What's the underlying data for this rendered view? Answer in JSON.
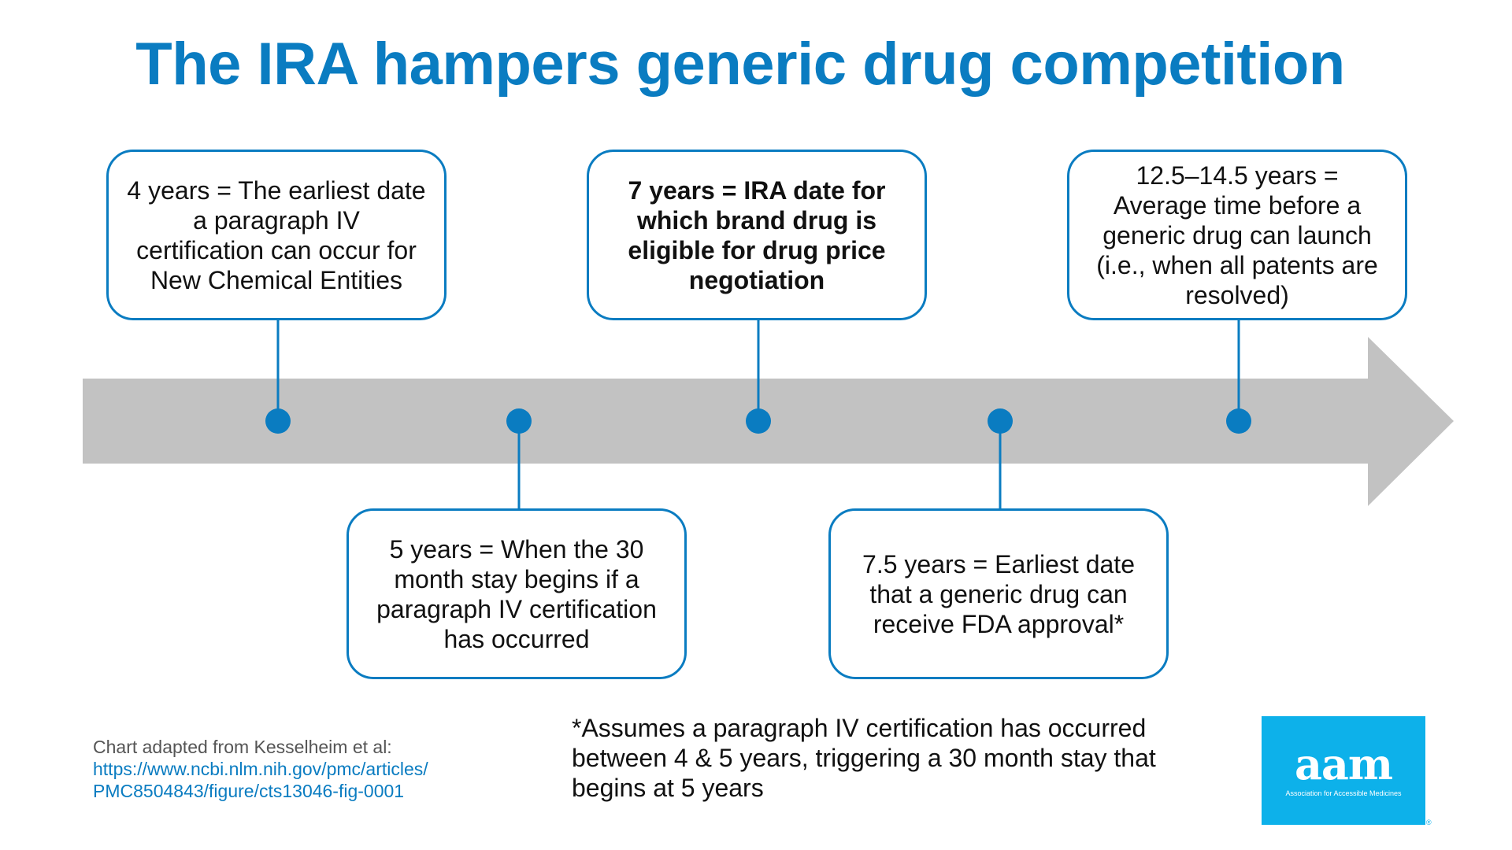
{
  "title": "The IRA hampers generic drug competition",
  "colors": {
    "accent": "#0a7cc1",
    "arrow": "#c2c2c2",
    "logo_bg": "#0db1ea"
  },
  "milestones": [
    {
      "label": "4 years = The earliest date a paragraph IV certification can occur for New Chemical Entities",
      "position": "above",
      "bold": false
    },
    {
      "label": "5 years = When the 30 month stay begins if a paragraph IV certification has occurred",
      "position": "below",
      "bold": false
    },
    {
      "label": "7 years = IRA date for which brand drug is eligible for drug price negotiation",
      "position": "above",
      "bold": true
    },
    {
      "label": "7.5 years = Earliest date that a generic drug can receive FDA approval*",
      "position": "below",
      "bold": false
    },
    {
      "label": "12.5–14.5 years = Average time before a generic drug can launch (i.e., when all patents are resolved)",
      "position": "above",
      "bold": false
    }
  ],
  "source": {
    "label": "Chart adapted from Kesselheim et al:",
    "link_line1": "https://www.ncbi.nlm.nih.gov/pmc/articles/",
    "link_line2": "PMC8504843/figure/cts13046-fig-0001"
  },
  "footnote": "*Assumes a paragraph IV certification has occurred between 4 & 5 years, triggering a 30 month stay that begins at 5 years",
  "logo": {
    "mark": "aam",
    "name": "Association for Accessible Medicines",
    "registered": "®"
  }
}
